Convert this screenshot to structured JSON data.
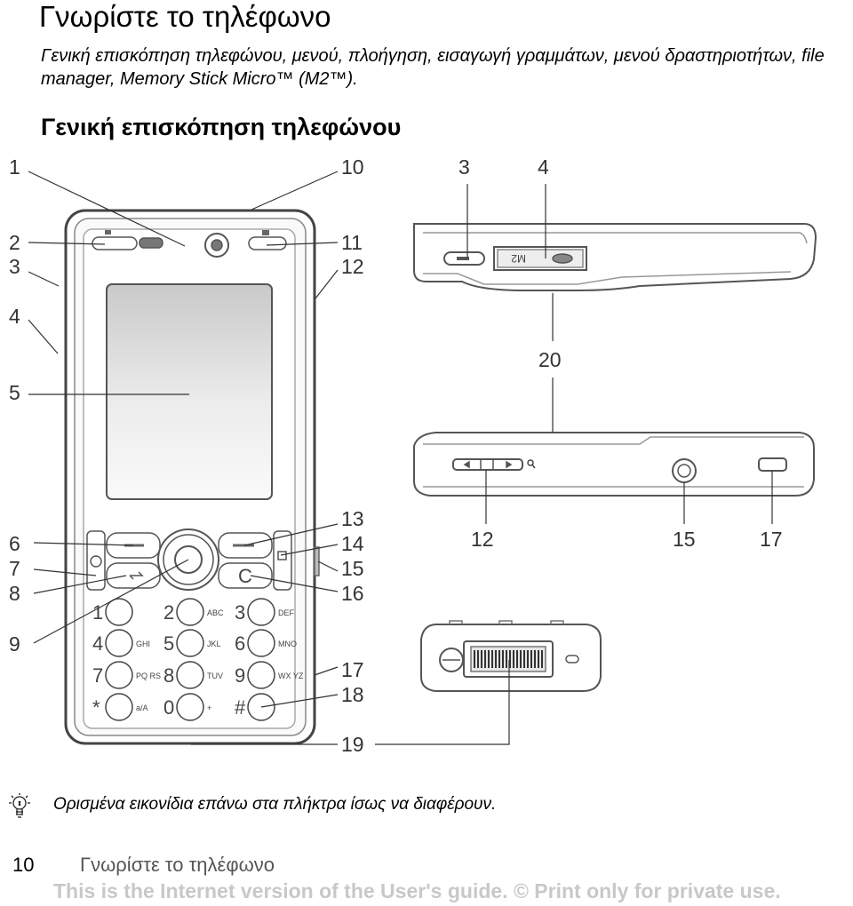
{
  "header": {
    "title": "Γνωρίστε το τηλέφωνο",
    "intro": "Γενική επισκόπηση τηλεφώνου, μενού, πλοήγηση, εισαγωγή γραμμάτων, μενού δραστηριοτήτων, file manager, Memory Stick Micro™ (M2™).",
    "subtitle": "Γενική επισκόπηση τηλεφώνου"
  },
  "callouts": {
    "front_left": [
      "1",
      "2",
      "3",
      "4",
      "5",
      "6",
      "7",
      "8",
      "9"
    ],
    "front_right": [
      "10",
      "11",
      "12",
      "13",
      "14",
      "15",
      "16",
      "17",
      "18",
      "19"
    ],
    "top_view": [
      "3",
      "4"
    ],
    "side_view": [
      "20",
      "12",
      "15",
      "17"
    ]
  },
  "keypad": {
    "digits": [
      "1",
      "2",
      "3",
      "4",
      "5",
      "6",
      "7",
      "8",
      "9",
      "*",
      "0",
      "#"
    ],
    "letters": [
      "",
      "ABC",
      "DEF",
      "GHI",
      "JKL",
      "MNO",
      "PQ RS",
      "TUV",
      "WX YZ",
      "a/A",
      "+",
      ""
    ],
    "clear_key": "C",
    "memory_card_label": "M2"
  },
  "tip": {
    "icon": "lightbulb-icon",
    "text": "Ορισμένα εικονίδια επάνω στα πλήκτρα ίσως να διαφέρουν."
  },
  "footer": {
    "page_number": "10",
    "section": "Γνωρίστε το τηλέφωνο",
    "note": "This is the Internet version of the User's guide. © Print only for private use."
  }
}
